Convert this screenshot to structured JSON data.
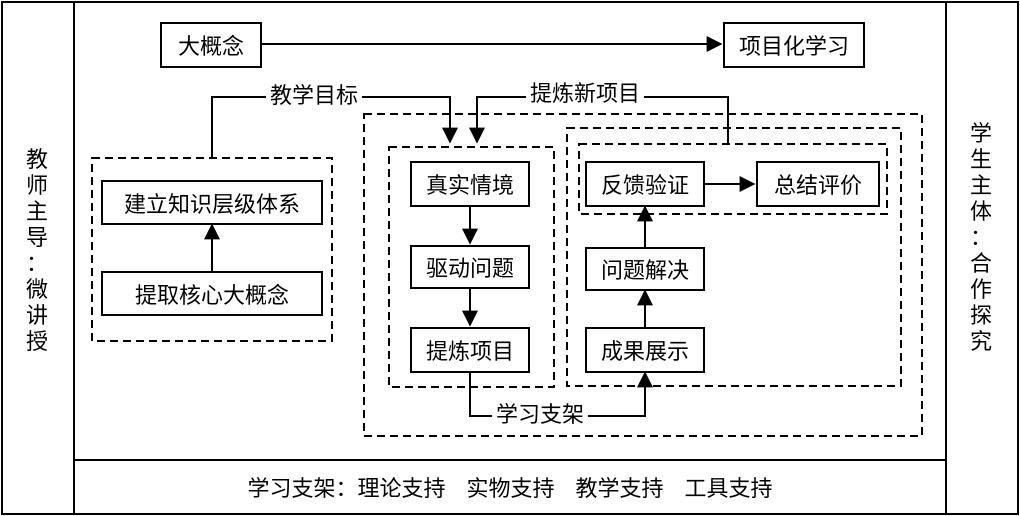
{
  "nodes": {
    "big_concept": "大概念",
    "project_learning": "项目化学习",
    "build_hierarchy": "建立知识层级体系",
    "extract_core": "提取核心大概念",
    "real_situation": "真实情境",
    "driving_question": "驱动问题",
    "refine_project": "提炼项目",
    "feedback_verify": "反馈验证",
    "summary_eval": "总结评价",
    "problem_solving": "问题解决",
    "result_display": "成果展示"
  },
  "edge_labels": {
    "teaching_goal": "教学目标",
    "refine_new_project": "提炼新项目",
    "learning_scaffold": "学习支架"
  },
  "side_labels": {
    "left": [
      "教",
      "师",
      "主",
      "导",
      "：",
      "微",
      "讲",
      "授"
    ],
    "right": [
      "学",
      "生",
      "主",
      "体",
      "：",
      "合",
      "作",
      "探",
      "究"
    ]
  },
  "footer": {
    "prefix": "学习支架：",
    "items": [
      "理论支持",
      "实物支持",
      "教学支持",
      "工具支持"
    ]
  }
}
